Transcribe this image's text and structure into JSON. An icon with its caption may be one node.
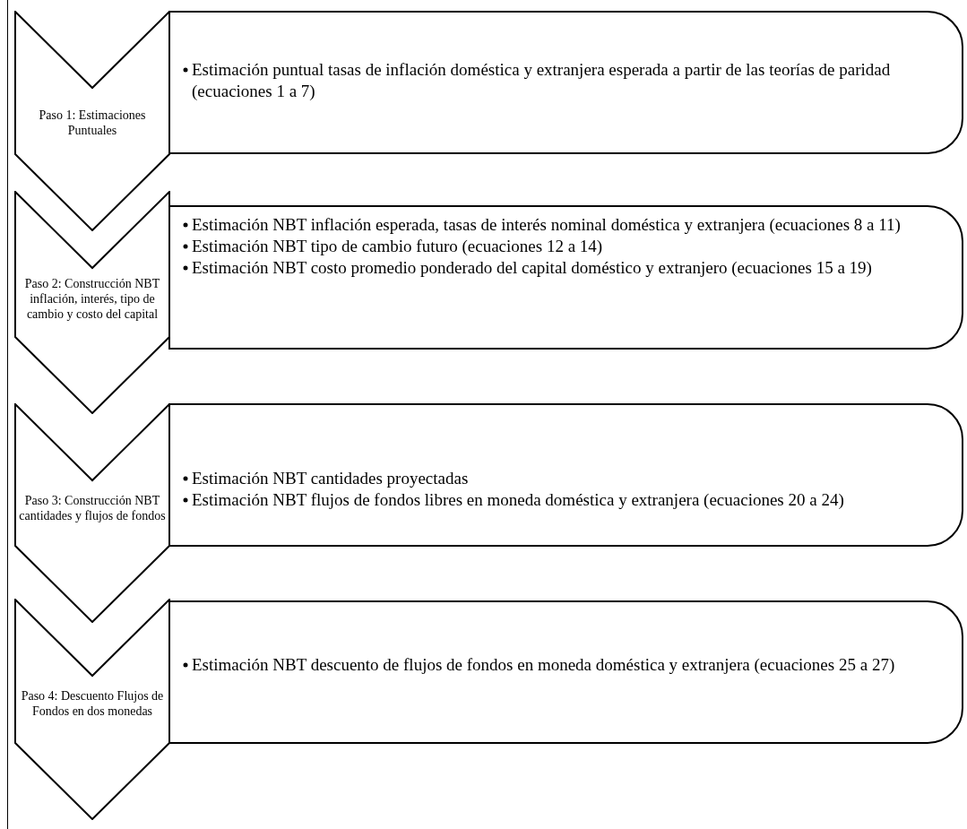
{
  "diagram": {
    "nodes": [
      {
        "text": [
          "Paso 1: Estimaciones Puntuales"
        ]
      },
      {
        "text": [
          "Estimación puntual tasas de inflación doméstica y extranjera esperada a partir de las teorías de paridad (ecuaciones 1 a 7)"
        ]
      },
      {
        "text": [
          "Paso 2: Construcción NBT inflación, interés, tipo de cambio y costo del capital"
        ]
      },
      {
        "text": [
          "Estimación NBT inflación esperada, tasas de interés nominal doméstica y extranjera (ecuaciones 8 a 11)",
          "Estimación NBT tipo de cambio futuro (ecuaciones 12 a 14)",
          "Estimación NBT costo promedio ponderado del capital doméstico y extranjero (ecuaciones 15 a 19)"
        ]
      },
      {
        "text": [
          "Paso 3: Construcción NBT cantidades y flujos de fondos"
        ]
      },
      {
        "text": [
          "Estimación NBT cantidades proyectadas",
          "Estimación NBT flujos de fondos libres en moneda doméstica y extranjera (ecuaciones 20 a 24)"
        ]
      },
      {
        "text": [
          "Paso 4: Descuento Flujos de Fondos en dos monedas"
        ]
      },
      {
        "text": [
          "Estimación NBT descuento de flujos de fondos en moneda doméstica y extranjera (ecuaciones 25 a 27)"
        ]
      }
    ]
  }
}
